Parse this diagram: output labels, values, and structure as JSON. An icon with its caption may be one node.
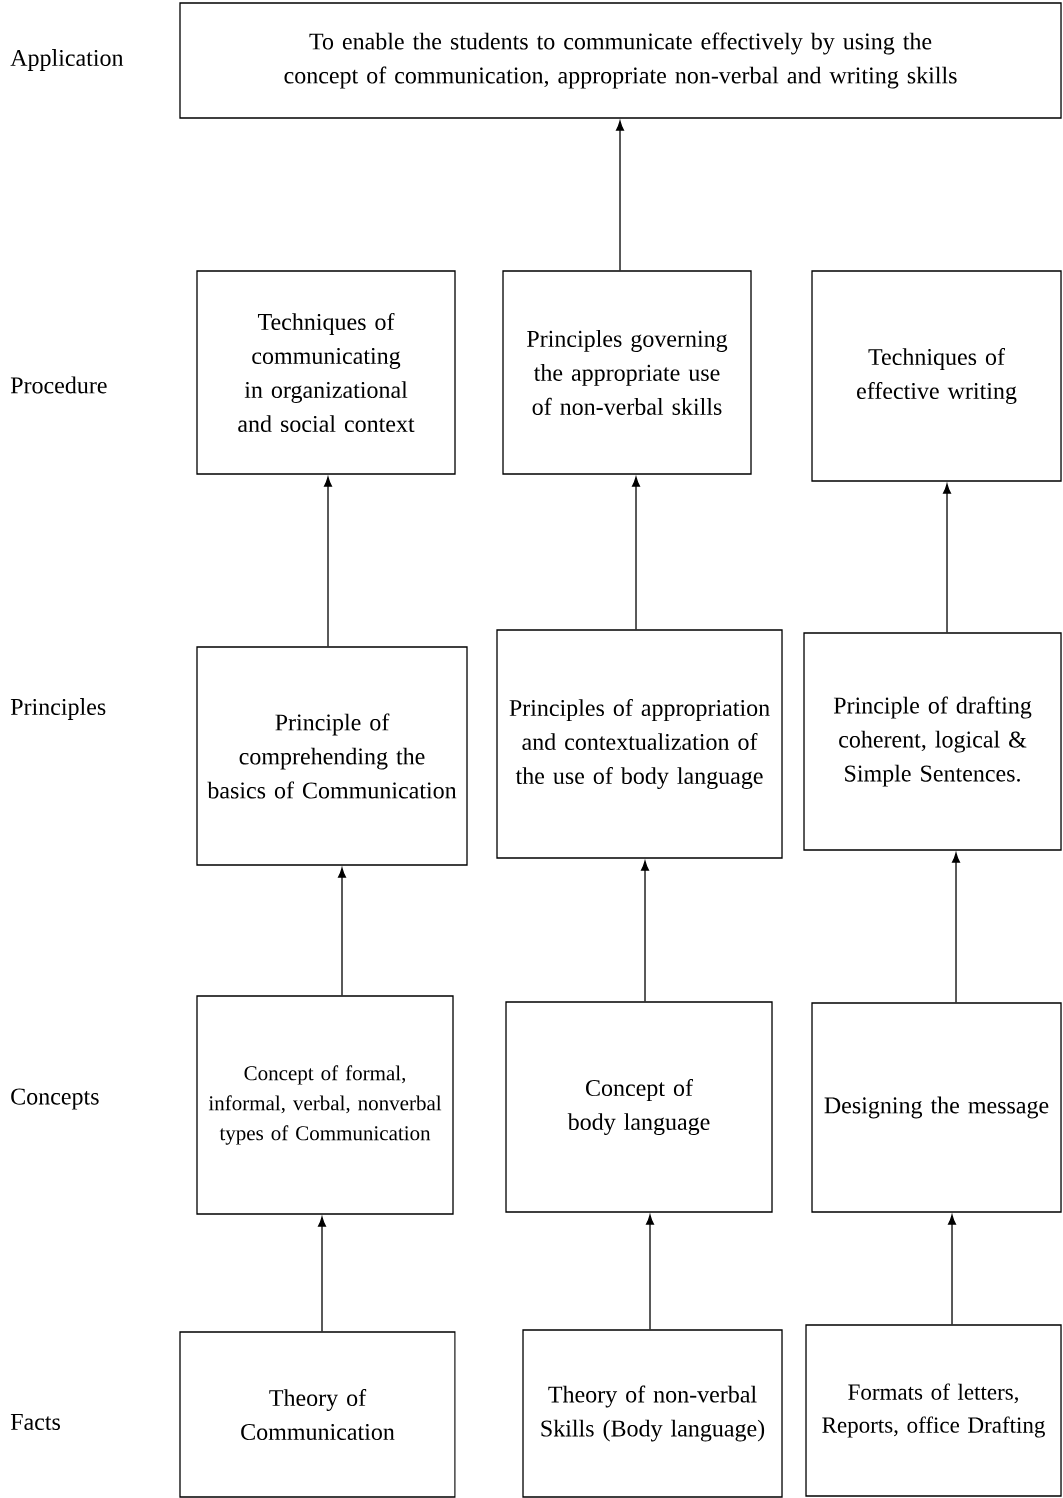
{
  "diagram": {
    "nodes": [
      {
        "text": [
          "To enable the students to communicate effectively by using the concept of communication, appropriate non-verbal and writing skills"
        ]
      },
      {
        "text": [
          "Techniques of communicating in organizational and social context"
        ]
      },
      {
        "text": [
          "Principles governing the appropriate use of non-verbal skills"
        ]
      },
      {
        "text": [
          "Techniques of effective writing"
        ]
      },
      {
        "text": [
          "Principle of comprehending the basics of Communication"
        ]
      },
      {
        "text": [
          "Principles of appropriation and contextualization of the use of body language"
        ]
      },
      {
        "text": [
          "Principle of drafting coherent, logical & Simple Sentences."
        ]
      },
      {
        "text": [
          "Concept of formal, informal, verbal, nonverbal types of Communication"
        ]
      },
      {
        "text": [
          "Concept of body language"
        ]
      },
      {
        "text": [
          "Designing the message"
        ]
      },
      {
        "text": [
          "Theory of Communication"
        ]
      },
      {
        "text": [
          "Theory of non-verbal Skills (Body language)"
        ]
      },
      {
        "text": [
          "Formats of letters, Reports, office Drafting"
        ]
      }
    ],
    "edges": [
      {
        "from": 10,
        "to": 7,
        "arrow": "to"
      },
      {
        "from": 11,
        "to": 8,
        "arrow": "to"
      },
      {
        "from": 12,
        "to": 9,
        "arrow": "to"
      },
      {
        "from": 7,
        "to": 4,
        "arrow": "to"
      },
      {
        "from": 8,
        "to": 5,
        "arrow": "to"
      },
      {
        "from": 9,
        "to": 6,
        "arrow": "to"
      },
      {
        "from": 4,
        "to": 1,
        "arrow": "to"
      },
      {
        "from": 5,
        "to": 2,
        "arrow": "to"
      },
      {
        "from": 6,
        "to": 3,
        "arrow": "to"
      },
      {
        "from": 2,
        "to": 0,
        "arrow": "to"
      }
    ],
    "labels": [
      "Application",
      "Procedure",
      "Principles",
      "Concepts",
      "Facts"
    ]
  }
}
